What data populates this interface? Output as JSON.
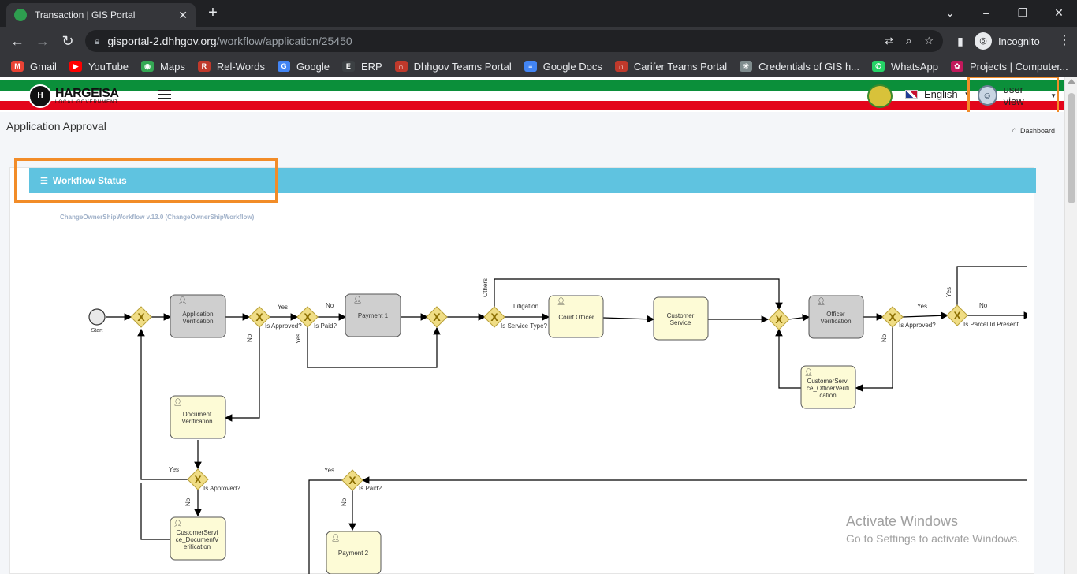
{
  "browser": {
    "tab_title": "Transaction | GIS Portal",
    "tab_close": "✕",
    "new_tab": "+",
    "url_host": "gisportal-2.dhhgov.org",
    "url_path": "/workflow/application/25450",
    "incognito_label": "Incognito",
    "bookmarks": [
      {
        "label": "Gmail",
        "color": "#ea4335",
        "icon": "M"
      },
      {
        "label": "YouTube",
        "color": "#ff0000",
        "icon": "▶"
      },
      {
        "label": "Maps",
        "color": "#34a853",
        "icon": "◉"
      },
      {
        "label": "Rel-Words",
        "color": "#c0392b",
        "icon": "R"
      },
      {
        "label": "Google",
        "color": "#4285f4",
        "icon": "G"
      },
      {
        "label": "ERP",
        "color": "#3c4043",
        "icon": "E"
      },
      {
        "label": "Dhhgov Teams Portal",
        "color": "#c0392b",
        "icon": "∩"
      },
      {
        "label": "Google Docs",
        "color": "#4285f4",
        "icon": "≡"
      },
      {
        "label": "Carifer Teams Portal",
        "color": "#c0392b",
        "icon": "∩"
      },
      {
        "label": "Credentials of GIS h...",
        "color": "#7f8c8d",
        "icon": "✳"
      },
      {
        "label": "WhatsApp",
        "color": "#25d366",
        "icon": "✆"
      },
      {
        "label": "Projects | Computer...",
        "color": "#c2185b",
        "icon": "✿"
      }
    ]
  },
  "header": {
    "logo_main": "HARGEISA",
    "logo_sub": "LOCAL GOVERNMENT",
    "logo_mark": "H",
    "language": "English",
    "user": "user view"
  },
  "content": {
    "title": "Application Approval",
    "breadcrumb": "Dashboard"
  },
  "card": {
    "title": "Workflow Status"
  },
  "workflow": {
    "process_name": "ChangeOwnerShipWorkflow v.13.0 (ChangeOwnerShipWorkflow)",
    "tasks": {
      "application_verification": [
        "Application",
        "Verification"
      ],
      "payment1": [
        "Payment 1"
      ],
      "court_officer": [
        "Court Officer"
      ],
      "customer_service": [
        "Customer",
        "Service"
      ],
      "officer_verification": [
        "Officer",
        "Verification"
      ],
      "cs_officer_verification": [
        "CustomerServi",
        "ce_OfficerVerifi",
        "cation"
      ],
      "document_verification": [
        "Document",
        "Verification"
      ],
      "cs_document_verification": [
        "CustomerServi",
        "ce_DocumentV",
        "erification"
      ],
      "payment2": [
        "Payment 2"
      ]
    },
    "labels": {
      "start": "Start",
      "is_approved": "Is Approved?",
      "is_paid": "Is Paid?",
      "is_service_type": "Is Service Type?",
      "is_parcel": "Is Parcel Id Present",
      "yes": "Yes",
      "no": "No",
      "others": "Others",
      "litigation": "Litigation"
    }
  },
  "watermark": {
    "line1": "Activate Windows",
    "line2": "Go to Settings to activate Windows."
  },
  "colors": {
    "card_header": "#5fc3e0",
    "highlight": "#f28c28",
    "task_user": "#fdfbd6",
    "task_system": "#cfcfcf",
    "gateway": "#f0dd85"
  }
}
